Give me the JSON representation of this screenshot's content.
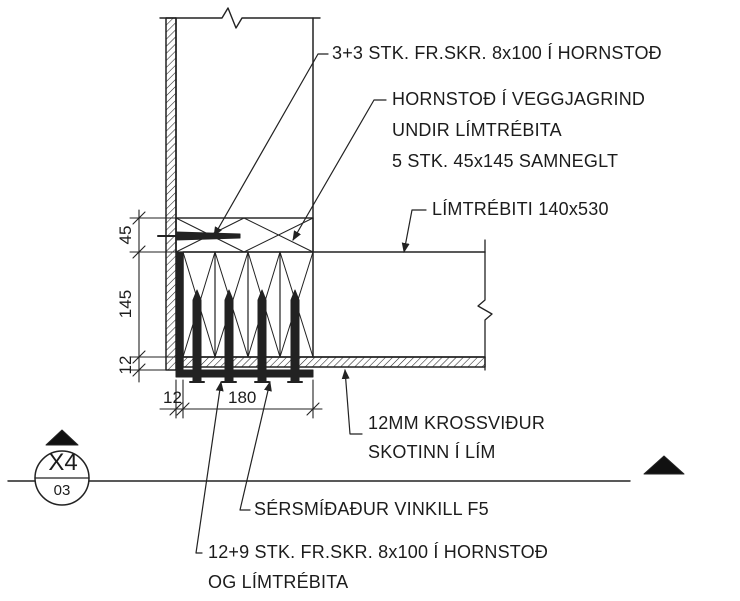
{
  "annotations": {
    "screws_top": "3+3 STK. FR.SKR. 8x100 Í HORNSTOÐ",
    "corner_post": [
      "HORNSTOÐ Í VEGGJAGRIND",
      "UNDIR LÍMTRÉBITA",
      "5 STK. 45x145 SAMNEGLT"
    ],
    "glulam": "LÍMTRÉBITI 140x530",
    "plywood": [
      "12MM KROSSVIÐUR",
      "SKOTINN Í LÍM"
    ],
    "bracket": "SÉRSMÍÐAÐUR VINKILL F5",
    "screws_bottom": [
      "12+9 STK. FR.SKR. 8x100 Í HORNSTOÐ",
      "OG LÍMTRÉBITA"
    ]
  },
  "dimensions": {
    "vertical": [
      "45",
      "145",
      "12"
    ],
    "horizontal": [
      "12",
      "180"
    ]
  },
  "section_tag": {
    "id": "X4",
    "sheet": "03"
  }
}
